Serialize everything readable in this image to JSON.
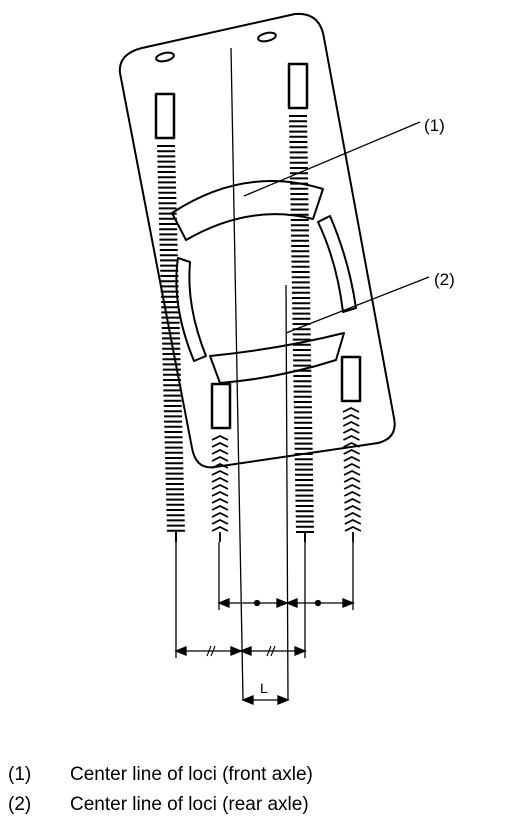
{
  "diagram": {
    "callout_1": "(1)",
    "callout_2": "(2)",
    "dimension_label": "L"
  },
  "legend": [
    {
      "number": "(1)",
      "text": "Center line of loci (front axle)"
    },
    {
      "number": "(2)",
      "text": "Center line of loci (rear axle)"
    }
  ]
}
